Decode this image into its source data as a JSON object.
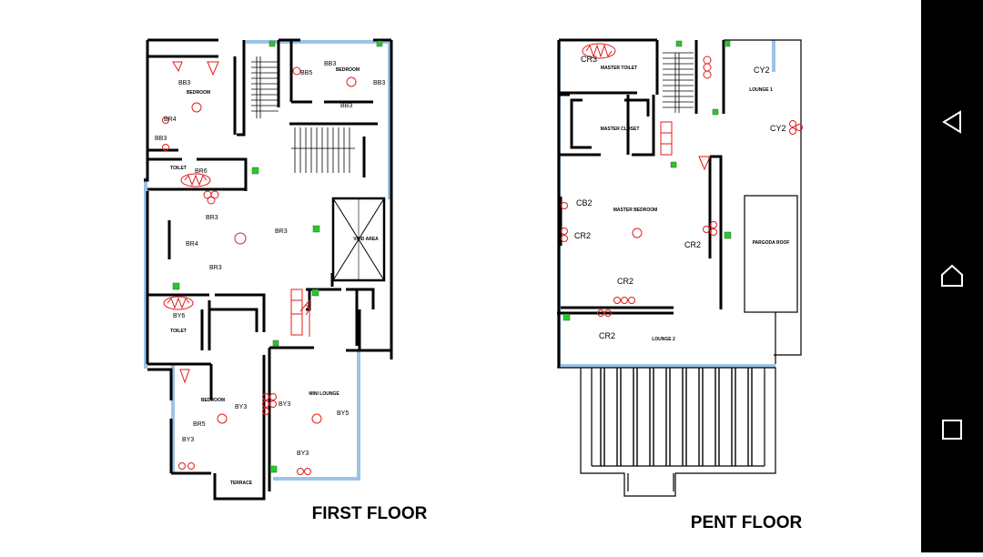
{
  "drawing": {
    "first_floor": {
      "title": "FIRST FLOOR",
      "rooms": [
        "BEDROOM",
        "BEDROOM",
        "TOILET",
        "TOILET",
        "BEDROOM",
        "MINI LOUNGE",
        "TERRACE",
        "VOID AREA"
      ],
      "fittings": [
        "BB3",
        "BB5",
        "BB3",
        "BB3",
        "BB3",
        "BR4",
        "BB3",
        "BR6",
        "BR3",
        "BR4",
        "BR3",
        "BR3",
        "BY6",
        "BY3",
        "BY3",
        "BR5",
        "BY3",
        "BY5",
        "BY3"
      ]
    },
    "pent_floor": {
      "title": "PENT FLOOR",
      "rooms": [
        "MASTER TOILET",
        "MASTER CLOSET",
        "MASTER BEDROOM",
        "LOUNGE 1",
        "PARGODA ROOF",
        "LOUNGE 2"
      ],
      "fittings": [
        "CR3",
        "CY2",
        "CY2",
        "CB2",
        "CR2",
        "CR2",
        "CR2",
        "CR2"
      ]
    }
  },
  "colors": {
    "wall": "#000000",
    "window": "#9cc3e6",
    "electrical": "#e01b1b",
    "point_marker": "#22cc22"
  },
  "system_nav": {
    "back_icon": "triangle-back-icon",
    "home_icon": "circle-home-icon",
    "recents_icon": "square-recents-icon"
  }
}
